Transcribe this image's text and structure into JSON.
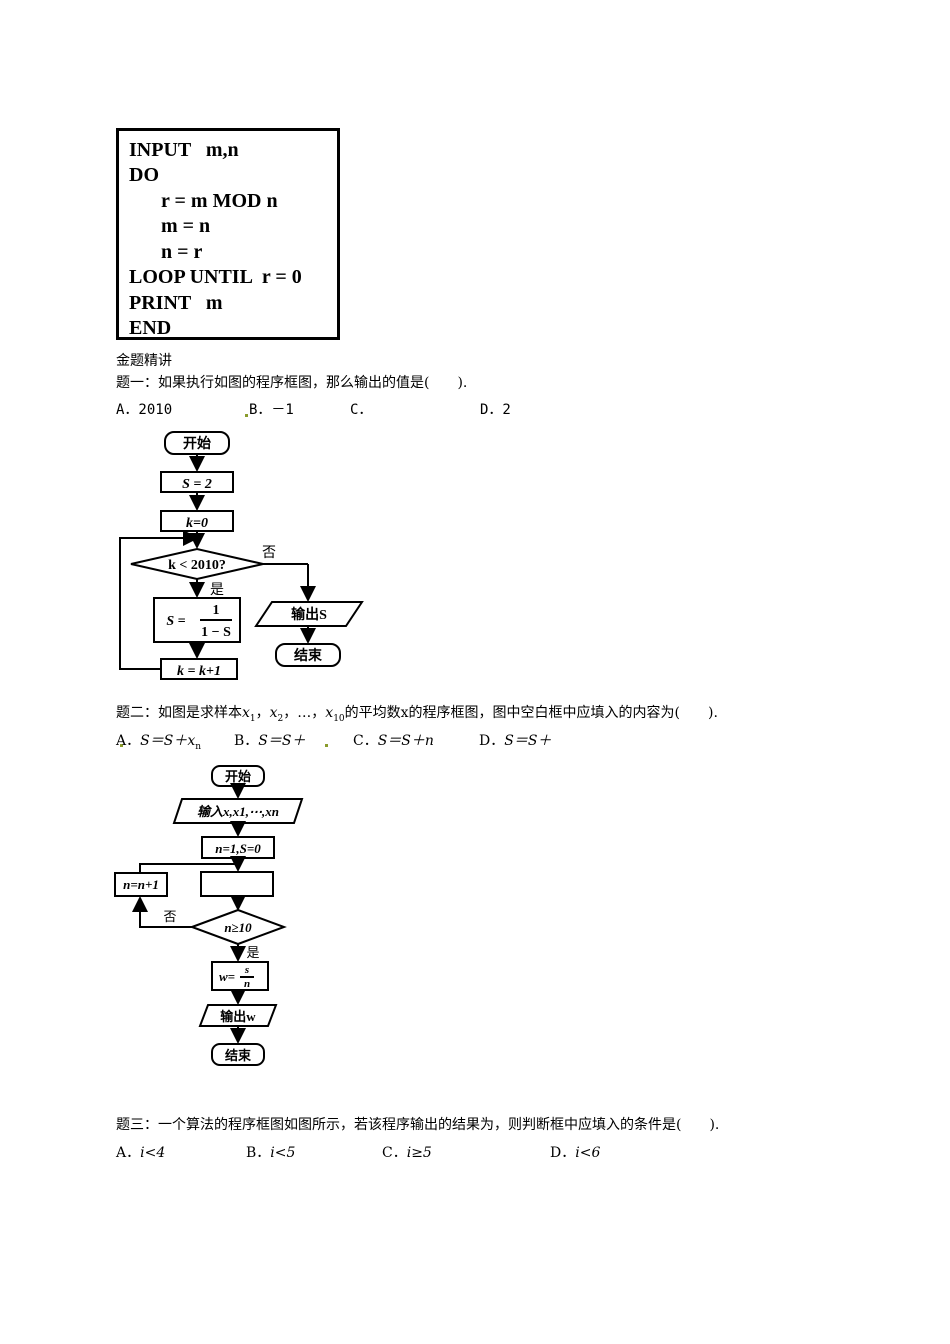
{
  "code": {
    "lines": [
      "INPUT   m,n",
      "DO",
      "r = m MOD n",
      "m = n",
      "n = r",
      "LOOP UNTIL  r = 0",
      "PRINT   m",
      "END"
    ]
  },
  "section_title": "金题精讲",
  "q1": {
    "stem": "题一：如果执行如图的程序框图，那么输出的值是(　　).",
    "options": [
      "A．2010",
      "B．－1",
      "C．",
      "D．2"
    ],
    "flow": {
      "start": "开始",
      "s_init": "S = 2",
      "k_init": "k=0",
      "cond": "k < 2010?",
      "no": "否",
      "yes": "是",
      "assign_lhs": "S =",
      "assign_num": "1",
      "assign_den": "1 − S",
      "k_inc": "k = k+1",
      "output": "输出S",
      "end": "结束"
    }
  },
  "q2": {
    "stem_a": "题二：如图是求样本",
    "x1": "x",
    "x1_sub": "1",
    "comma1": "，",
    "x2": "x",
    "x2_sub": "2",
    "ellipsis": "，…，",
    "x10": "x",
    "x10_sub": "10",
    "stem_b": "的平均数x的程序框图，图中空白框中应填入的内容为(　　).",
    "opt_a": "A．",
    "opt_a_expr": "S＝S＋",
    "opt_a_x": "x",
    "opt_a_sub": "n",
    "opt_b": "B．",
    "opt_b_expr": "S＝S＋",
    "opt_c": "C．",
    "opt_c_expr": "S＝S＋n",
    "opt_d": "D．",
    "opt_d_expr": "S＝S＋",
    "flow": {
      "start": "开始",
      "input": "输入x,x1,⋯,xn",
      "init": "n=1,S=0",
      "n_inc": "n=n+1",
      "no": "否",
      "cond": "n≥10",
      "yes": "是",
      "w_lhs": "w=",
      "w_num": "s",
      "w_den": "n",
      "output": "输出w",
      "end": "结束"
    }
  },
  "q3": {
    "stem": "题三：一个算法的程序框图如图所示，若该程序输出的结果为，则判断框中应填入的条件是(　　).",
    "opt_a": "A．",
    "opt_a_expr": "i<4",
    "opt_b": "B．",
    "opt_b_expr": "i<5",
    "opt_c": "C．",
    "opt_c_expr": "i≥5",
    "opt_d": "D．",
    "opt_d_expr": "i<6"
  }
}
